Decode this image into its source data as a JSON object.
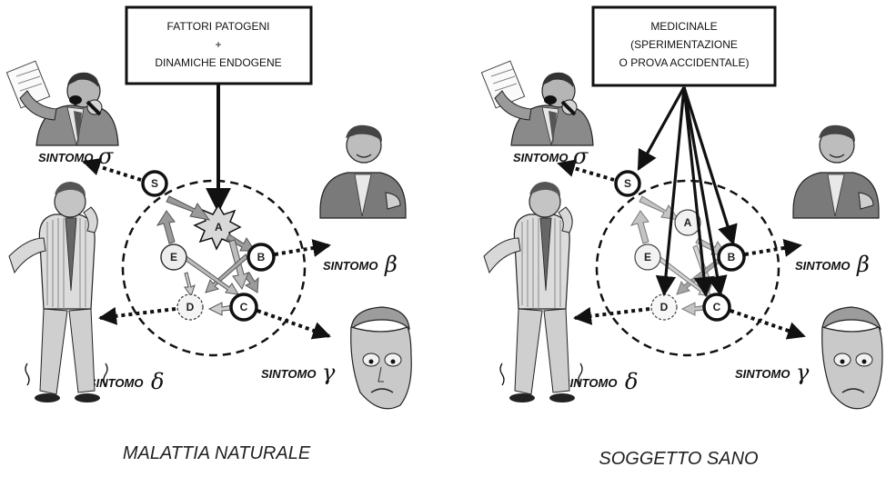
{
  "left_panel": {
    "box_lines": [
      "FATTORI PATOGENI",
      "+",
      "DINAMICHE ENDOGENE"
    ],
    "caption": "MALATTIA NATURALE",
    "nodes": {
      "s": "S",
      "a": "A",
      "b": "B",
      "c": "C",
      "d": "D",
      "e": "E"
    },
    "symptoms": {
      "sigma": {
        "label": "SINTOMO",
        "symbol": "σ"
      },
      "beta": {
        "label": "SINTOMO",
        "symbol": "β"
      },
      "gamma": {
        "label": "SINTOMO",
        "symbol": "γ"
      },
      "delta": {
        "label": "SINTOMO",
        "symbol": "δ"
      }
    }
  },
  "right_panel": {
    "box_lines": [
      "MEDICINALE",
      "(SPERIMENTAZIONE",
      "O PROVA ACCIDENTALE)"
    ],
    "caption": "SOGGETTO SANO",
    "nodes": {
      "s": "S",
      "a": "A",
      "b": "B",
      "c": "C",
      "d": "D",
      "e": "E"
    },
    "symptoms": {
      "sigma": {
        "label": "SINTOMO",
        "symbol": "σ"
      },
      "beta": {
        "label": "SINTOMO",
        "symbol": "β"
      },
      "gamma": {
        "label": "SINTOMO",
        "symbol": "γ"
      },
      "delta": {
        "label": "SINTOMO",
        "symbol": "δ"
      }
    }
  }
}
